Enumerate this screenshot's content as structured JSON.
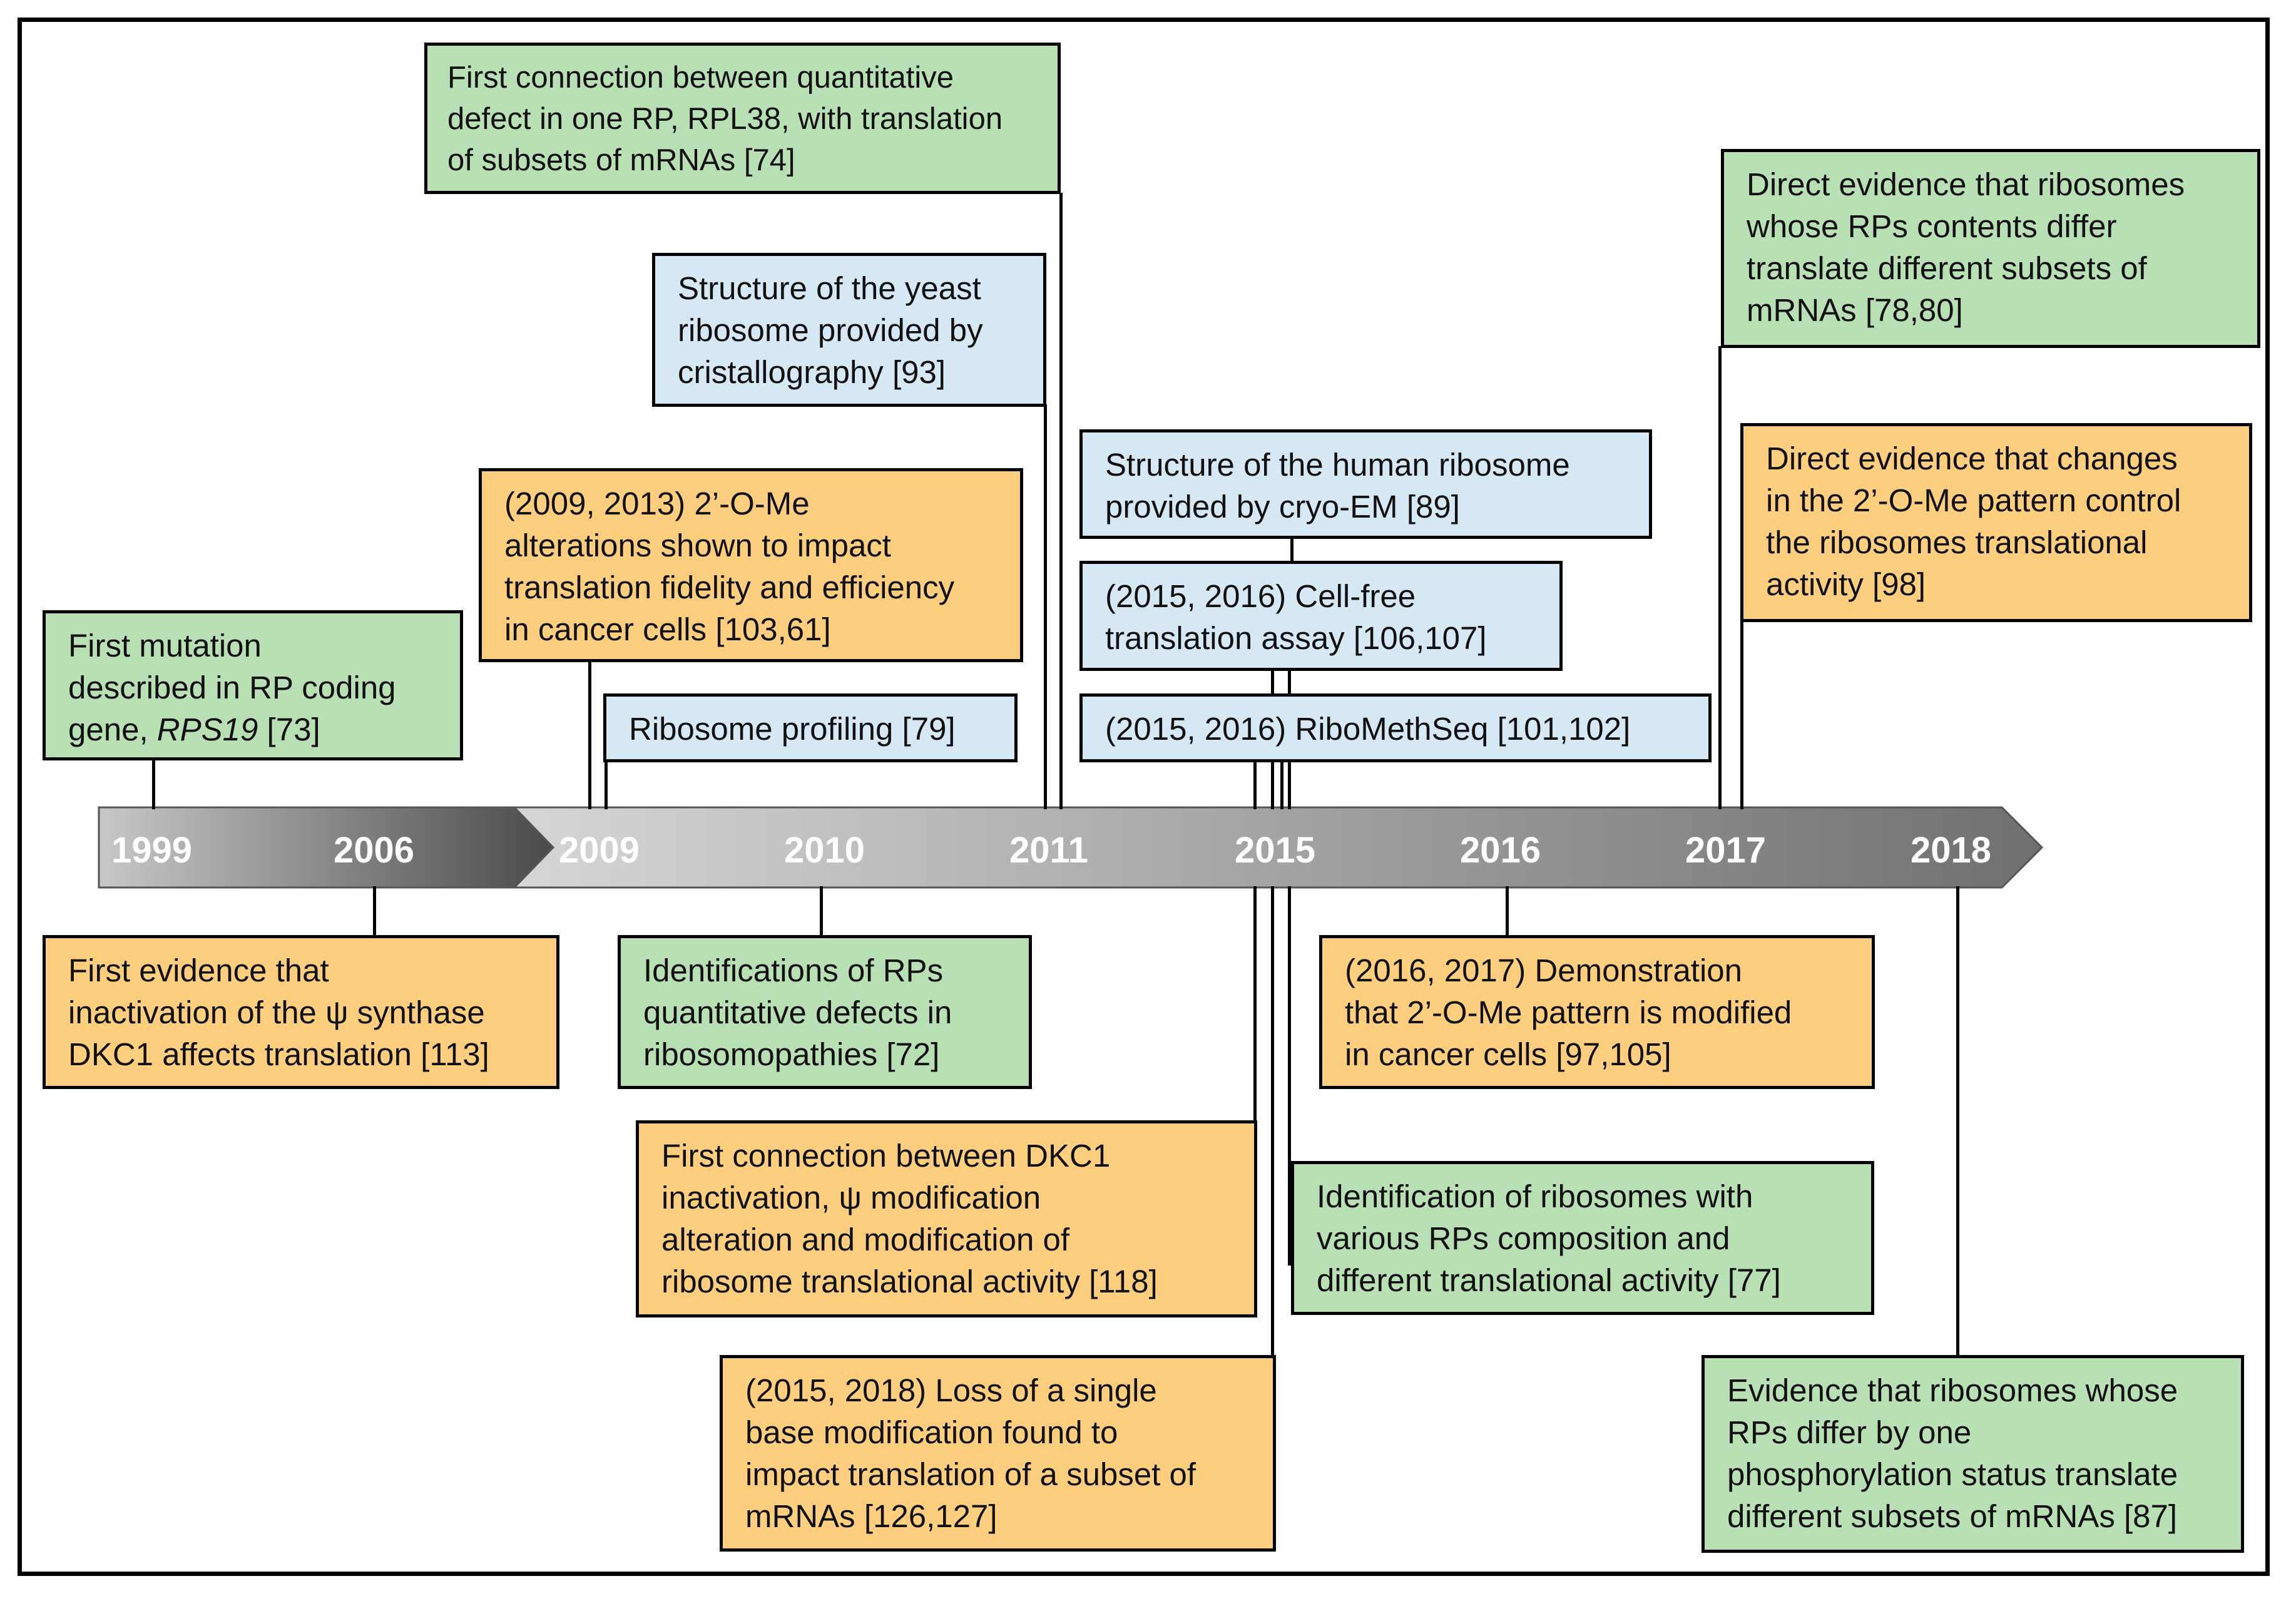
{
  "years": [
    "1999",
    "2006",
    "2009",
    "2010",
    "2011",
    "2015",
    "2016",
    "2017",
    "2018"
  ],
  "events": {
    "rpl38": "First connection between quantitative\ndefect in one RP, RPL38, with translation\nof subsets of mRNAs [74]",
    "yeast_structure": "Structure of the yeast\nribosome provided by\ncristallography [93]",
    "human_structure": "Structure of the human ribosome\nprovided by cryo-EM [89]",
    "ome_fidelity": "(2009, 2013) 2’-O-Me\nalterations shown to impact\ntranslation fidelity and efficiency\nin cancer cells [103,61]",
    "rps19_prefix": "First mutation\ndescribed in RP coding\ngene, ",
    "rps19_gene": "RPS19",
    "rps19_suffix": " [73]",
    "ribosome_profiling": "Ribosome profiling  [79]",
    "cell_free": "(2015, 2016) Cell-free\ntranslation assay [106,107]",
    "ribomethseq": "(2015, 2016) RiboMethSeq [101,102]",
    "rps_contents": "Direct evidence that ribosomes\nwhose RPs contents differ\ntranslate different subsets of\nmRNAs [78,80]",
    "ome_pattern_control": "Direct evidence that changes\nin the 2’-O-Me pattern control\nthe ribosomes translational\nactivity [98]",
    "dkc1_first": "First evidence that\ninactivation of the ψ synthase\nDKC1 affects translation [113]",
    "rp_defects": "Identifications of RPs\nquantitative defects in\nribosomopathies [72]",
    "ome_cancer": "(2016, 2017) Demonstration\nthat 2’-O-Me pattern is modified\nin cancer cells [97,105]",
    "dkc1_connection": "First connection between DKC1\ninactivation, ψ modification\nalteration and modification of\nribosome translational activity [118]",
    "rp_composition": "Identification of ribosomes with\nvarious RPs composition and\ndifferent translational activity [77]",
    "single_base": "(2015, 2018) Loss of a single\nbase modification found to\nimpact translation of a subset of\nmRNAs [126,127]",
    "phosphorylation": "Evidence that ribosomes whose\nRPs differ by one\nphosphorylation status translate\ndifferent subsets of mRNAs [87]"
  },
  "colors": {
    "genetic_rp": "#b9dfb4",
    "structure_method": "#d7e8f5",
    "rrna_modification": "#fdce7d"
  }
}
